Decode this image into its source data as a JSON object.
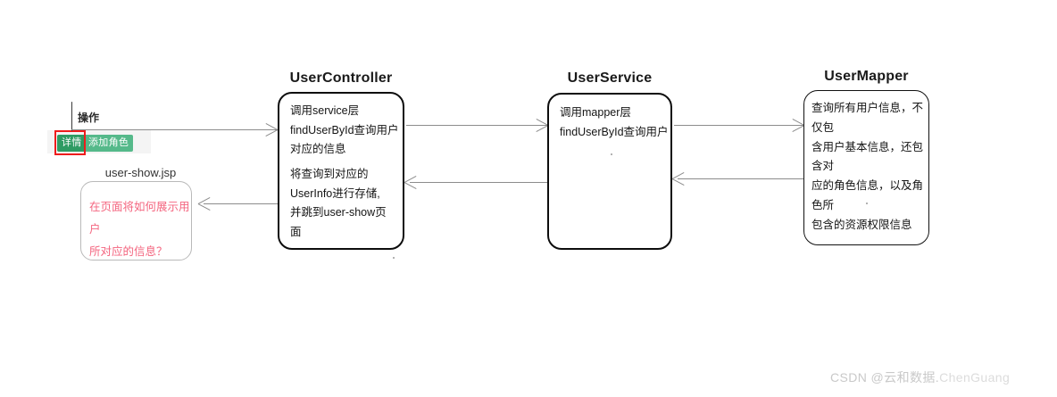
{
  "diagram": {
    "type": "sequence-flow",
    "background": "#ffffff",
    "accent_green_dark": "#2e9b63",
    "accent_green_light": "#55b98a",
    "highlight_red": "#ee1c1c",
    "note_pink": "#f4657f"
  },
  "ui_snippet": {
    "column_header": "操作",
    "buttons": [
      {
        "label": "详情",
        "style": "primary-green",
        "highlighted": true
      },
      {
        "label": "添加角色",
        "style": "light-green",
        "highlighted": false
      }
    ]
  },
  "nodes": [
    {
      "id": "user-show-jsp",
      "title": "user-show.jsp",
      "title_style": "plain",
      "body": "在页面将如何展示用户\n所对应的信息？",
      "body_color": "#f4657f"
    },
    {
      "id": "user-controller",
      "title": "UserController",
      "title_style": "bold",
      "body_1": "调用service层\nfindUserById查询用户\n对应的信息",
      "body_2": "将查询到对应的\nUserInfo进行存储,\n并跳到user-show页\n面"
    },
    {
      "id": "user-service",
      "title": "UserService",
      "title_style": "bold",
      "body": "调用mapper层\nfindUserById查询用户"
    },
    {
      "id": "user-mapper",
      "title": "UserMapper",
      "title_style": "bold",
      "body": "查询所有用户信息，不仅包\n含用户基本信息，还包含对\n应的角色信息，以及角色所\n包含的资源权限信息"
    }
  ],
  "arrows": [
    {
      "id": "ui-to-controller",
      "from": "ui-snippet",
      "to": "user-controller",
      "direction": "right"
    },
    {
      "id": "controller-to-service",
      "from": "user-controller",
      "to": "user-service",
      "direction": "right"
    },
    {
      "id": "service-to-controller",
      "from": "user-service",
      "to": "user-controller",
      "direction": "left"
    },
    {
      "id": "service-to-mapper",
      "from": "user-service",
      "to": "user-mapper",
      "direction": "right"
    },
    {
      "id": "mapper-to-service",
      "from": "user-mapper",
      "to": "user-service",
      "direction": "left"
    },
    {
      "id": "controller-to-jsp",
      "from": "user-controller",
      "to": "user-show-jsp",
      "direction": "left"
    }
  ],
  "watermark": {
    "prefix": "CSDN @云和数据.",
    "author": "ChenGuang"
  }
}
